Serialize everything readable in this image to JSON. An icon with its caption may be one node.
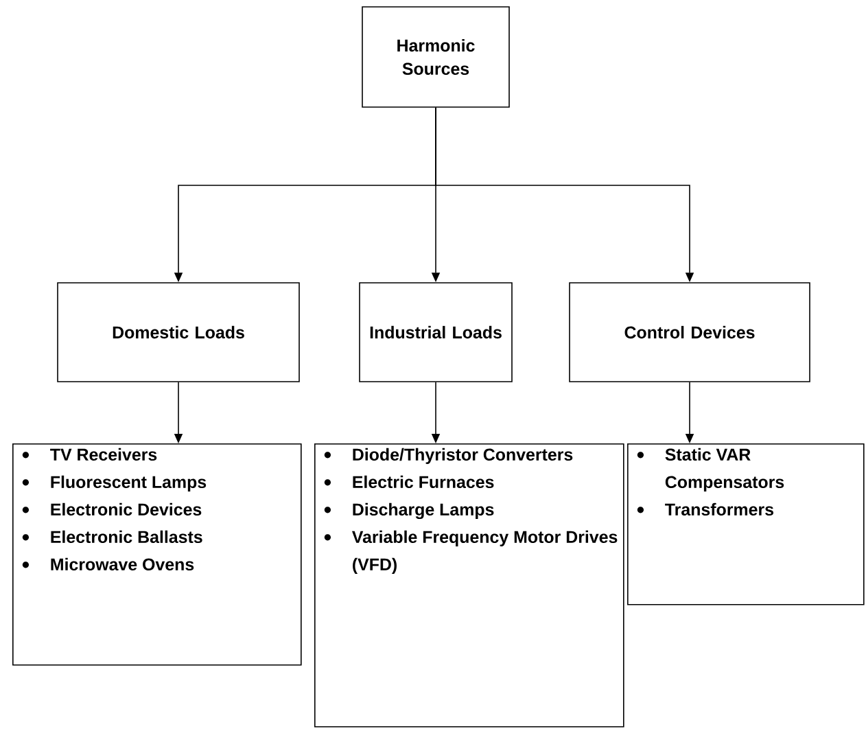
{
  "diagram": {
    "nodes": [
      {
        "text": [
          "Harmonic Sources"
        ]
      },
      {
        "text": [
          "Domestic Loads"
        ]
      },
      {
        "text": [
          "Industrial Loads"
        ]
      },
      {
        "text": [
          "Control Devices"
        ]
      },
      {
        "text": [
          "TV Receivers",
          "Fluorescent Lamps",
          "Electronic Devices",
          "Electronic Ballasts",
          "Microwave Ovens"
        ]
      },
      {
        "text": [
          "Diode/Thyristor Converters",
          "Electric Furnaces",
          "Discharge Lamps",
          "Variable Frequency Motor Drives (VFD)"
        ]
      },
      {
        "text": [
          "Static VAR Compensators",
          "Transformers"
        ]
      }
    ],
    "edges": [
      {
        "from": 0,
        "to": 1,
        "arrow": "to"
      },
      {
        "from": 0,
        "to": 2,
        "arrow": "to"
      },
      {
        "from": 0,
        "to": 3,
        "arrow": "to"
      },
      {
        "from": 1,
        "to": 4,
        "arrow": "to"
      },
      {
        "from": 2,
        "to": 5,
        "arrow": "to"
      },
      {
        "from": 3,
        "to": 6,
        "arrow": "to"
      }
    ]
  }
}
